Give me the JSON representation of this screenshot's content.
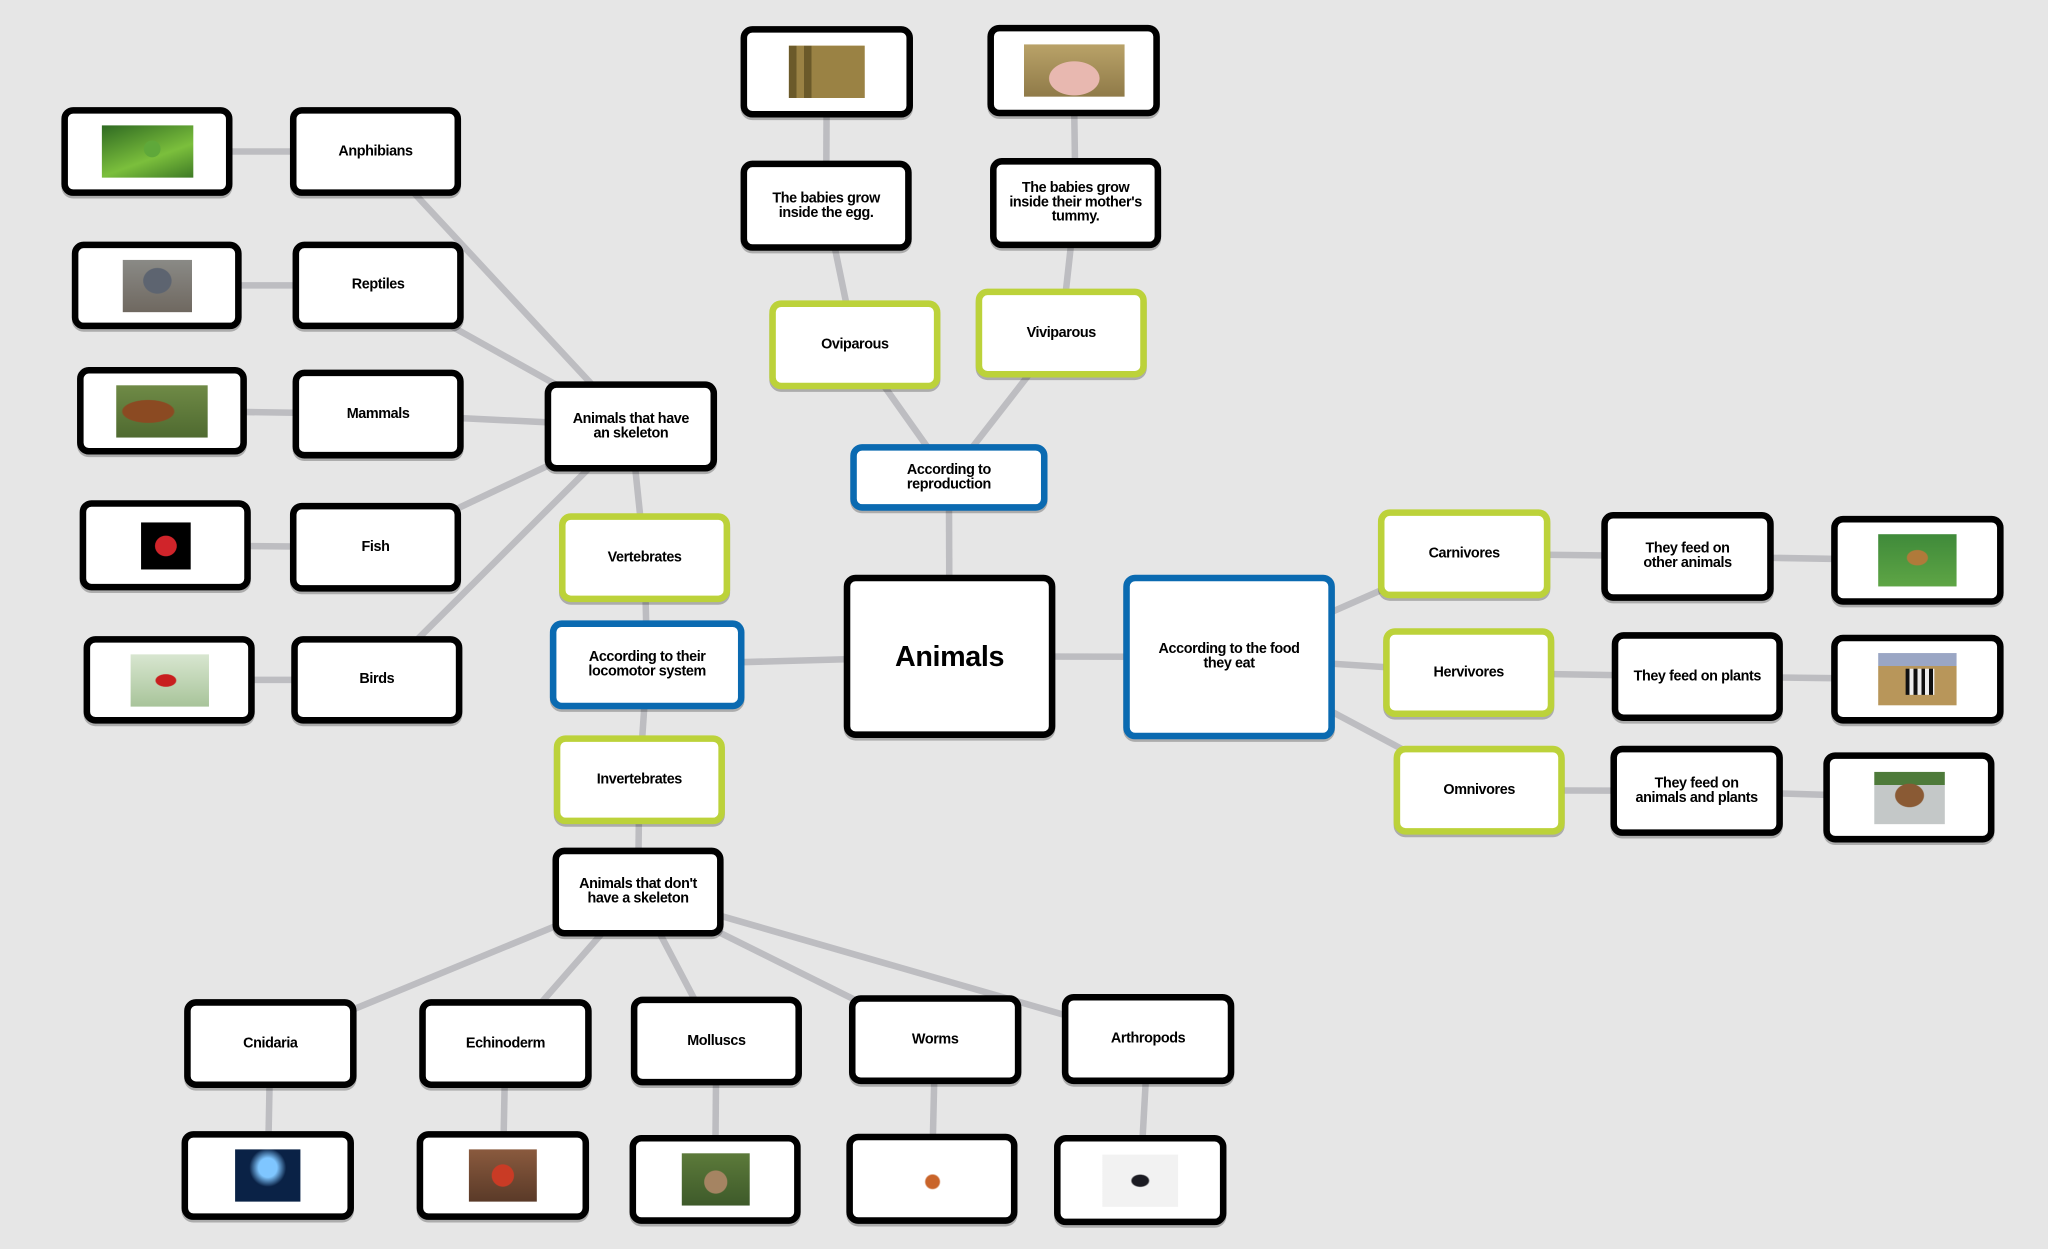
{
  "root": {
    "label": "Animals"
  },
  "reproduction": {
    "label": "According to\nreproduction",
    "oviparous": {
      "label": "Oviparous",
      "description": "The babies grow\ninside the egg.",
      "image": "hen-with-eggs-photo"
    },
    "viviparous": {
      "label": "Viviparous",
      "description": "The babies grow\ninside their mother's\ntummy.",
      "image": "sow-nursing-piglets-photo"
    }
  },
  "locomotor": {
    "label": "According to their\nlocomotor system",
    "vertebrates": {
      "label": "Vertebrates",
      "group": "Animals that have\nan skeleton",
      "items": [
        {
          "label": "Anphibians",
          "image": "tree-frog-photo"
        },
        {
          "label": "Reptiles",
          "image": "tortoise-photo"
        },
        {
          "label": "Mammals",
          "image": "cow-and-calf-photo"
        },
        {
          "label": "Fish",
          "image": "red-fish-photo"
        },
        {
          "label": "Birds",
          "image": "red-bird-photo"
        }
      ]
    },
    "invertebrates": {
      "label": "Invertebrates",
      "group": "Animals that don't\nhave a skeleton",
      "items": [
        {
          "label": "Cnidaria",
          "image": "jellyfish-photo"
        },
        {
          "label": "Echinoderm",
          "image": "starfish-photo"
        },
        {
          "label": "Molluscs",
          "image": "snail-photo"
        },
        {
          "label": "Worms",
          "image": "worm-photo"
        },
        {
          "label": "Arthropods",
          "image": "beetle-photo"
        }
      ]
    }
  },
  "food": {
    "label": "According to the food\nthey eat",
    "items": [
      {
        "label": "Carnivores",
        "description": "They feed on\nother animals",
        "image": "lion-photo"
      },
      {
        "label": "Hervivores",
        "description": "They feed on plants",
        "image": "zebra-photo"
      },
      {
        "label": "Omnivores",
        "description": "They feed on\nanimals and plants",
        "image": "bear-photo"
      }
    ]
  },
  "colors": {
    "category_border": "#bcd23a",
    "criterion_border": "#0a6ab1",
    "node_border": "#000000",
    "edge": "#bdbdc1",
    "background": "#e6e6e6"
  }
}
